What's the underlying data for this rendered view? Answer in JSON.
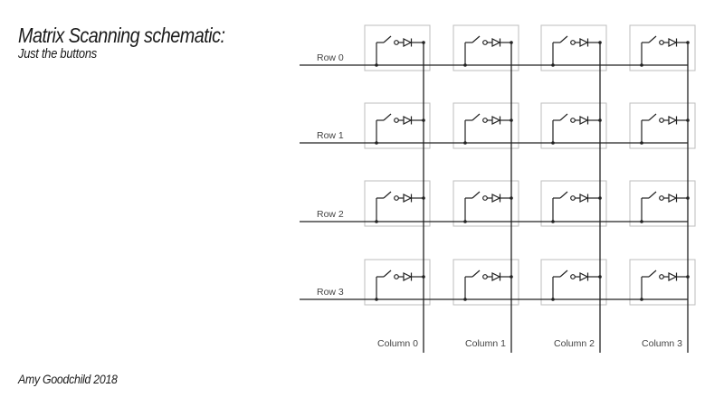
{
  "header": {
    "title": "Matrix Scanning schematic:",
    "subtitle": "Just the buttons"
  },
  "footer": {
    "author": "Amy Goodchild 2018"
  },
  "matrix": {
    "rows": [
      "Row 0",
      "Row 1",
      "Row 2",
      "Row 3"
    ],
    "columns": [
      "Column 0",
      "Column 1",
      "Column 2",
      "Column 3"
    ],
    "key_symbol": [
      "switch-icon",
      "diode-icon"
    ],
    "colors": {
      "wire": "#222222",
      "key_box": "#bdbdbd"
    }
  }
}
